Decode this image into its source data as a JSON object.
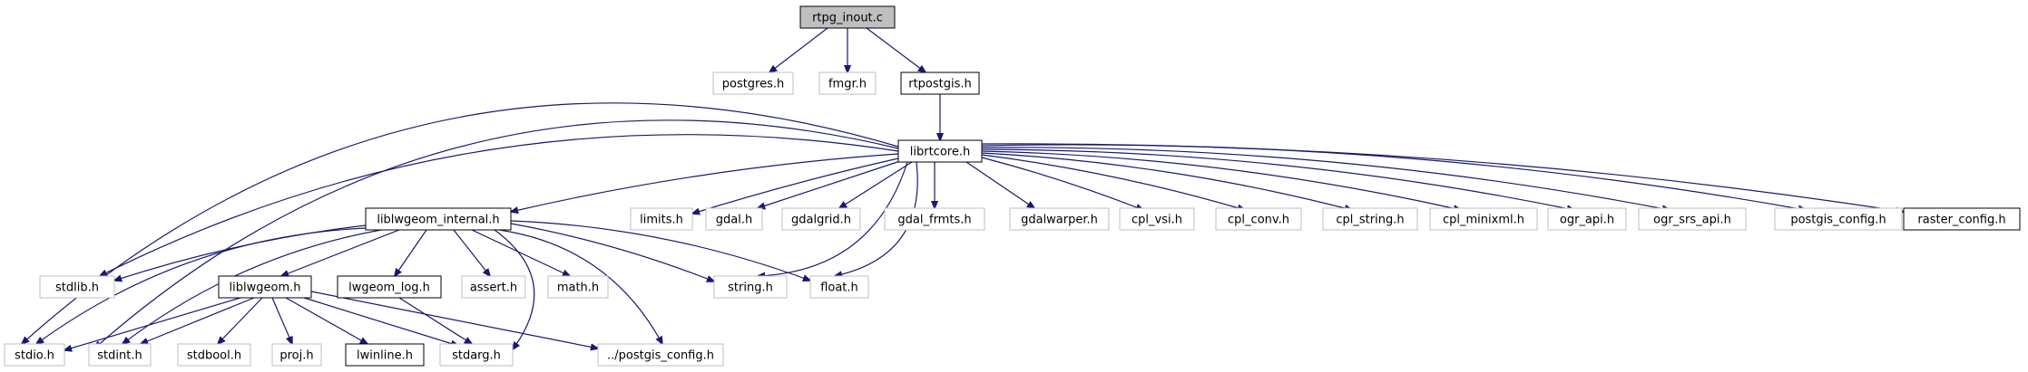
{
  "graph": {
    "edge_color": "#191970",
    "root_fill": "#bfbfbf",
    "documented_border": "#000000",
    "undocumented_border": "#bfbfbf",
    "nodes": [
      {
        "id": "rtpg_inout",
        "label": "rtpg_inout.c",
        "style": "root"
      },
      {
        "id": "postgres",
        "label": "postgres.h",
        "style": "gray"
      },
      {
        "id": "fmgr",
        "label": "fmgr.h",
        "style": "gray"
      },
      {
        "id": "rtpostgis",
        "label": "rtpostgis.h",
        "style": "black"
      },
      {
        "id": "librtcore",
        "label": "librtcore.h",
        "style": "black"
      },
      {
        "id": "liblwgeom_internal",
        "label": "liblwgeom_internal.h",
        "style": "black"
      },
      {
        "id": "limits",
        "label": "limits.h",
        "style": "gray"
      },
      {
        "id": "gdal",
        "label": "gdal.h",
        "style": "gray"
      },
      {
        "id": "gdalgrid",
        "label": "gdalgrid.h",
        "style": "gray"
      },
      {
        "id": "gdal_frmts",
        "label": "gdal_frmts.h",
        "style": "gray"
      },
      {
        "id": "gdalwarper",
        "label": "gdalwarper.h",
        "style": "gray"
      },
      {
        "id": "cpl_vsi",
        "label": "cpl_vsi.h",
        "style": "gray"
      },
      {
        "id": "cpl_conv",
        "label": "cpl_conv.h",
        "style": "gray"
      },
      {
        "id": "cpl_string",
        "label": "cpl_string.h",
        "style": "gray"
      },
      {
        "id": "cpl_minixml",
        "label": "cpl_minixml.h",
        "style": "gray"
      },
      {
        "id": "ogr_api",
        "label": "ogr_api.h",
        "style": "gray"
      },
      {
        "id": "ogr_srs_api",
        "label": "ogr_srs_api.h",
        "style": "gray"
      },
      {
        "id": "postgis_config",
        "label": "postgis_config.h",
        "style": "gray"
      },
      {
        "id": "raster_config",
        "label": "raster_config.h",
        "style": "black"
      },
      {
        "id": "stdlib",
        "label": "stdlib.h",
        "style": "gray"
      },
      {
        "id": "liblwgeom",
        "label": "liblwgeom.h",
        "style": "black"
      },
      {
        "id": "lwgeom_log",
        "label": "lwgeom_log.h",
        "style": "black"
      },
      {
        "id": "assert",
        "label": "assert.h",
        "style": "gray"
      },
      {
        "id": "math",
        "label": "math.h",
        "style": "gray"
      },
      {
        "id": "string",
        "label": "string.h",
        "style": "gray"
      },
      {
        "id": "float",
        "label": "float.h",
        "style": "gray"
      },
      {
        "id": "stdio",
        "label": "stdio.h",
        "style": "gray"
      },
      {
        "id": "stdint",
        "label": "stdint.h",
        "style": "gray"
      },
      {
        "id": "stdbool",
        "label": "stdbool.h",
        "style": "gray"
      },
      {
        "id": "proj",
        "label": "proj.h",
        "style": "gray"
      },
      {
        "id": "lwinline",
        "label": "lwinline.h",
        "style": "black"
      },
      {
        "id": "stdarg",
        "label": "stdarg.h",
        "style": "gray"
      },
      {
        "id": "dotdot_postgis_config",
        "label": "../postgis_config.h",
        "style": "gray"
      }
    ],
    "edges": [
      [
        "rtpg_inout",
        "postgres"
      ],
      [
        "rtpg_inout",
        "fmgr"
      ],
      [
        "rtpg_inout",
        "rtpostgis"
      ],
      [
        "rtpostgis",
        "librtcore"
      ],
      [
        "librtcore",
        "liblwgeom_internal"
      ],
      [
        "librtcore",
        "limits"
      ],
      [
        "librtcore",
        "gdal"
      ],
      [
        "librtcore",
        "gdalgrid"
      ],
      [
        "librtcore",
        "gdal_frmts"
      ],
      [
        "librtcore",
        "gdalwarper"
      ],
      [
        "librtcore",
        "cpl_vsi"
      ],
      [
        "librtcore",
        "cpl_conv"
      ],
      [
        "librtcore",
        "cpl_string"
      ],
      [
        "librtcore",
        "cpl_minixml"
      ],
      [
        "librtcore",
        "ogr_api"
      ],
      [
        "librtcore",
        "ogr_srs_api"
      ],
      [
        "librtcore",
        "postgis_config"
      ],
      [
        "librtcore",
        "raster_config"
      ],
      [
        "librtcore",
        "stdlib"
      ],
      [
        "librtcore",
        "stdio"
      ],
      [
        "librtcore",
        "stdint"
      ],
      [
        "librtcore",
        "string"
      ],
      [
        "librtcore",
        "float"
      ],
      [
        "liblwgeom_internal",
        "stdlib"
      ],
      [
        "liblwgeom_internal",
        "liblwgeom"
      ],
      [
        "liblwgeom_internal",
        "lwgeom_log"
      ],
      [
        "liblwgeom_internal",
        "assert"
      ],
      [
        "liblwgeom_internal",
        "math"
      ],
      [
        "liblwgeom_internal",
        "string"
      ],
      [
        "liblwgeom_internal",
        "float"
      ],
      [
        "liblwgeom_internal",
        "stdio"
      ],
      [
        "liblwgeom_internal",
        "stdint"
      ],
      [
        "liblwgeom_internal",
        "stdarg"
      ],
      [
        "liblwgeom_internal",
        "dotdot_postgis_config"
      ],
      [
        "liblwgeom",
        "stdio"
      ],
      [
        "liblwgeom",
        "stdint"
      ],
      [
        "liblwgeom",
        "stdbool"
      ],
      [
        "liblwgeom",
        "proj"
      ],
      [
        "liblwgeom",
        "lwinline"
      ],
      [
        "liblwgeom",
        "stdarg"
      ],
      [
        "liblwgeom",
        "dotdot_postgis_config"
      ],
      [
        "lwgeom_log",
        "stdarg"
      ]
    ]
  }
}
